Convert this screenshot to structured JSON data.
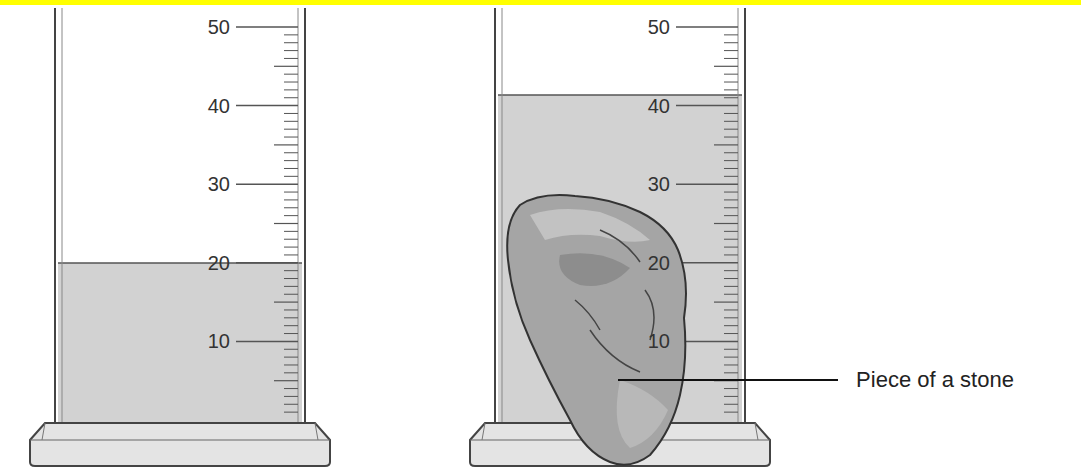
{
  "diagram": {
    "labels": [
      "50",
      "40",
      "30",
      "20",
      "10",
      "50",
      "40",
      "30",
      "20",
      "10",
      "Piece of a stone"
    ]
  }
}
